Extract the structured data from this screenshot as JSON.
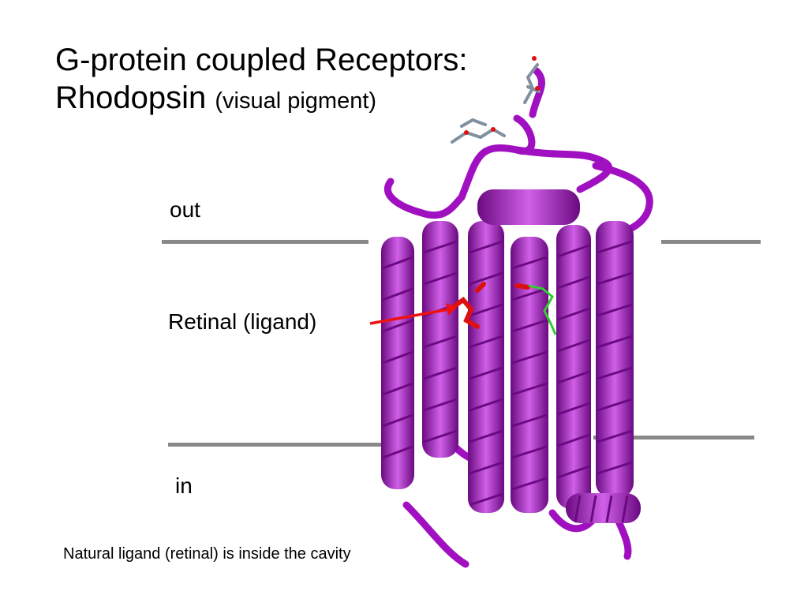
{
  "slide": {
    "title_line1": "G-protein coupled Receptors:",
    "title_line2_main": "Rhodopsin",
    "title_line2_sub": "(visual pigment)",
    "label_out": "out",
    "label_in": "in",
    "label_ligand": "Retinal (ligand)",
    "caption": "Natural ligand (retinal) is inside the cavity"
  },
  "colors": {
    "helix": "#a010c0",
    "helix_dark": "#6a0a80",
    "helix_light": "#d060e8",
    "membrane_line": "#888888",
    "ligand": "#dd1010",
    "arrow": "#ee1111",
    "sidechain": "#33cc33",
    "glycan": "#8090a0"
  },
  "icons": {
    "structure": "rhodopsin-ribbon-icon",
    "arrow": "arrow-right-icon"
  }
}
